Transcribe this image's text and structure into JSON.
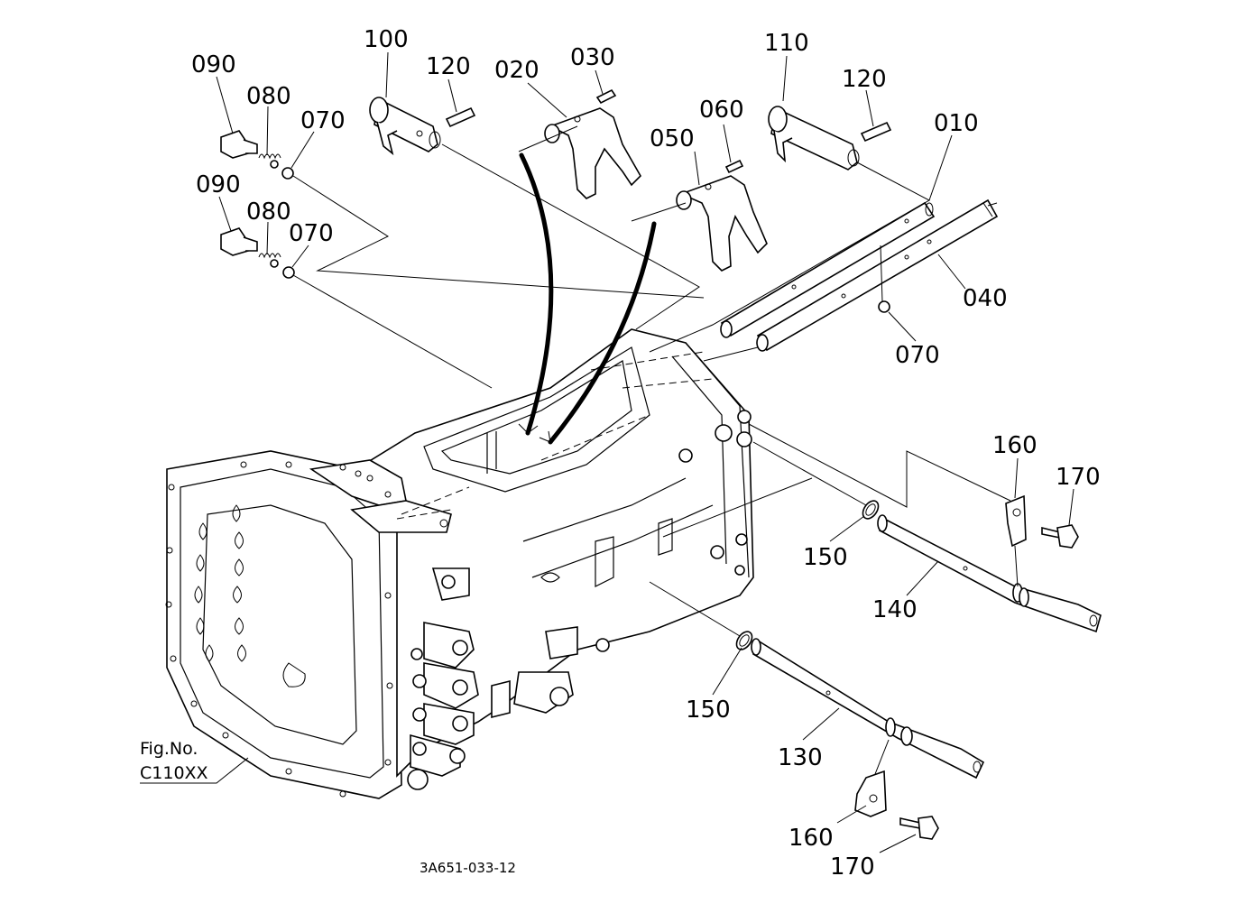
{
  "labels": {
    "p090a": "090",
    "p080a": "080",
    "p070a": "070",
    "p090b": "090",
    "p080b": "080",
    "p070b": "070",
    "p100": "100",
    "p120a": "120",
    "p020": "020",
    "p030": "030",
    "p050": "050",
    "p060": "060",
    "p110": "110",
    "p120b": "120",
    "p010": "010",
    "p040": "040",
    "p070c": "070",
    "p160a": "160",
    "p170a": "170",
    "p150a": "150",
    "p140": "140",
    "p150b": "150",
    "p130": "130",
    "p160b": "160",
    "p170b": "170"
  },
  "fig": {
    "line1": "Fig.No.",
    "line2": "C110XX"
  },
  "code": "3A651-033-12"
}
